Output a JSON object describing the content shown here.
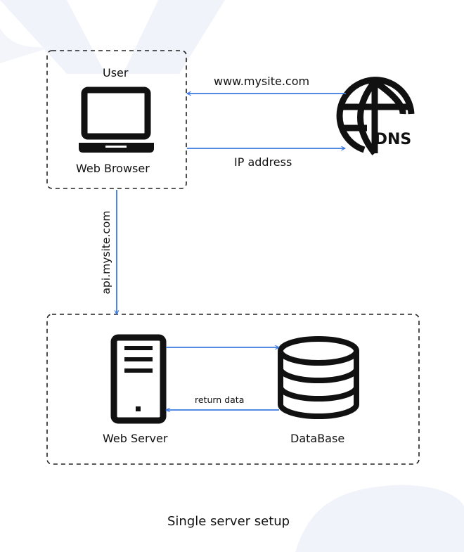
{
  "colors": {
    "arrow": "#3b78e0",
    "stroke": "#111111",
    "dashed_border": "#222222",
    "background_shape": "#f1f3fb"
  },
  "nodes": {
    "user": {
      "title": "User",
      "subtitle": "Web Browser",
      "icon": "laptop-icon"
    },
    "dns": {
      "label": "DNS",
      "icon": "globe-icon"
    },
    "web_server": {
      "label": "Web Server",
      "icon": "server-icon"
    },
    "database": {
      "label": "DataBase",
      "icon": "database-icon"
    }
  },
  "edges": {
    "dns_to_browser": "www.mysite.com",
    "browser_to_dns": "IP address",
    "browser_to_server": "api.mysite.com",
    "server_to_db": "",
    "db_to_server": "return data"
  },
  "caption": "Single server setup"
}
